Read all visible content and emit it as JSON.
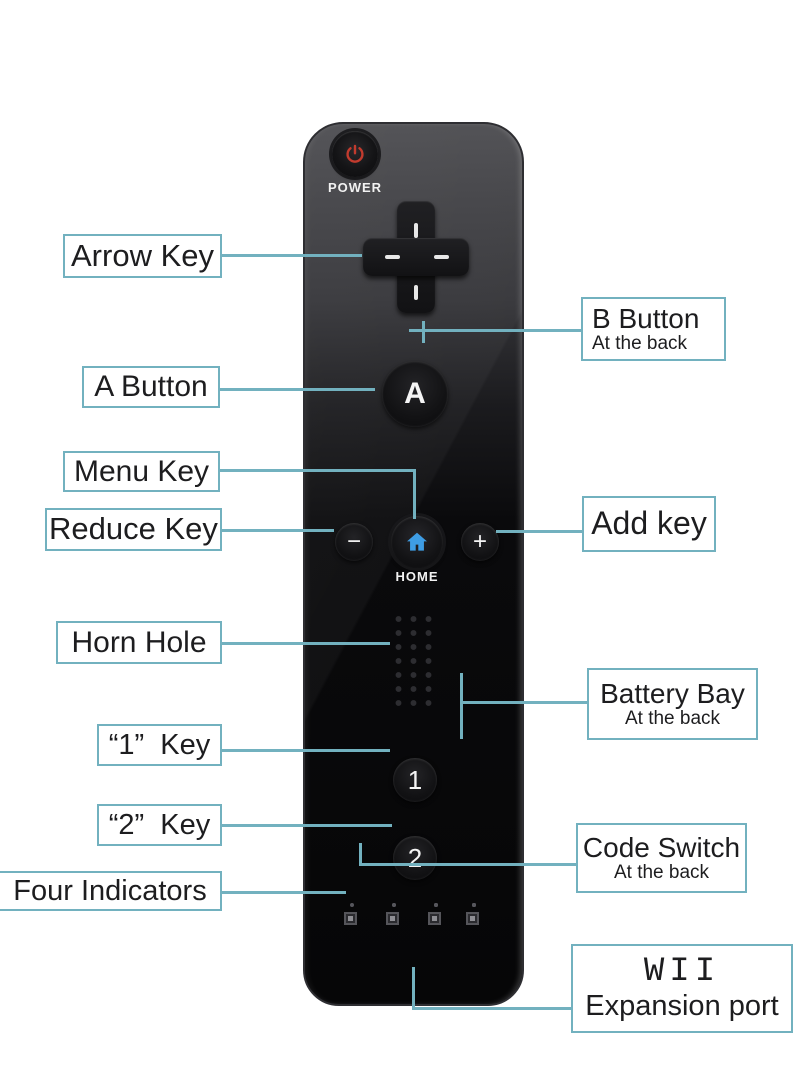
{
  "callouts": {
    "arrow_key": {
      "label": "Arrow Key"
    },
    "b_button": {
      "label": "B Button",
      "sub": "At the back"
    },
    "a_button": {
      "label": "A Button"
    },
    "menu_key": {
      "label": "Menu Key"
    },
    "reduce_key": {
      "label": "Reduce Key"
    },
    "add_key": {
      "label": "Add key"
    },
    "horn_hole": {
      "label": "Horn Hole"
    },
    "battery_bay": {
      "label": "Battery Bay",
      "sub": "At the back"
    },
    "key_1": {
      "label": "“1”  Key"
    },
    "key_2": {
      "label": "“2”  Key"
    },
    "code_switch": {
      "label": "Code Switch",
      "sub": "At the back"
    },
    "four_indicators": {
      "label": "Four Indicators"
    },
    "expansion_port": {
      "label": "WII",
      "sub": "Expansion port"
    }
  },
  "remote": {
    "power_label": "POWER",
    "a_button": "A",
    "minus_button": "−",
    "home_label": "HOME",
    "plus_button": "+",
    "button_1": "1",
    "button_2": "2"
  },
  "colors": {
    "callout_accent": "#72b1bf",
    "home_icon_blue": "#3e9de4",
    "power_icon_red": "#c23b2e",
    "remote_body": "#0a0a0c",
    "background": "#ffffff"
  }
}
